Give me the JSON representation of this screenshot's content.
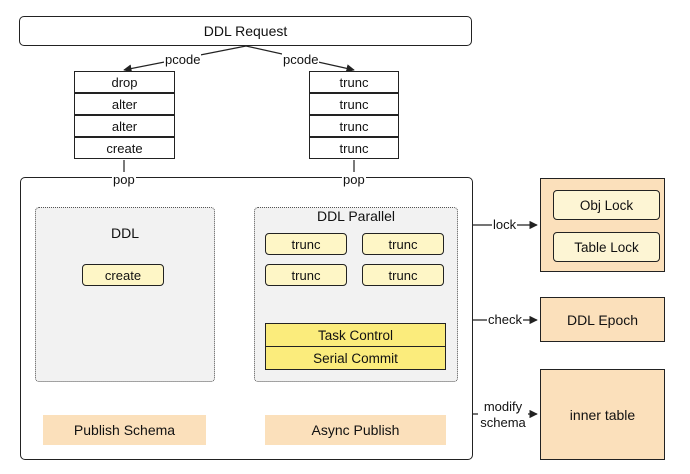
{
  "request": "DDL Request",
  "left_queue": [
    "drop",
    "alter",
    "alter",
    "create"
  ],
  "right_queue": [
    "trunc",
    "trunc",
    "trunc",
    "trunc"
  ],
  "labels": {
    "pcode": "pcode",
    "pop": "pop",
    "lock": "lock",
    "check": "check",
    "modify_schema": "modify\nschema"
  },
  "ddl_panel": {
    "title": "DDL",
    "task": "create"
  },
  "parallel_panel": {
    "title": "DDL Parallel",
    "tasks": [
      "trunc",
      "trunc",
      "trunc",
      "trunc"
    ],
    "task_control": "Task Control",
    "serial_commit": "Serial Commit"
  },
  "publish_schema": "Publish Schema",
  "async_publish": "Async Publish",
  "side": {
    "obj_lock": "Obj Lock",
    "table_lock": "Table Lock",
    "ddl_epoch": "DDL Epoch",
    "inner_table": "inner table"
  },
  "colors": {
    "stroke": "#222222",
    "panel_fill": "#f2f2f2",
    "task_fill": "#fef6c6",
    "control_fill": "#fbec7c",
    "orange_fill": "#fbe0bb"
  }
}
